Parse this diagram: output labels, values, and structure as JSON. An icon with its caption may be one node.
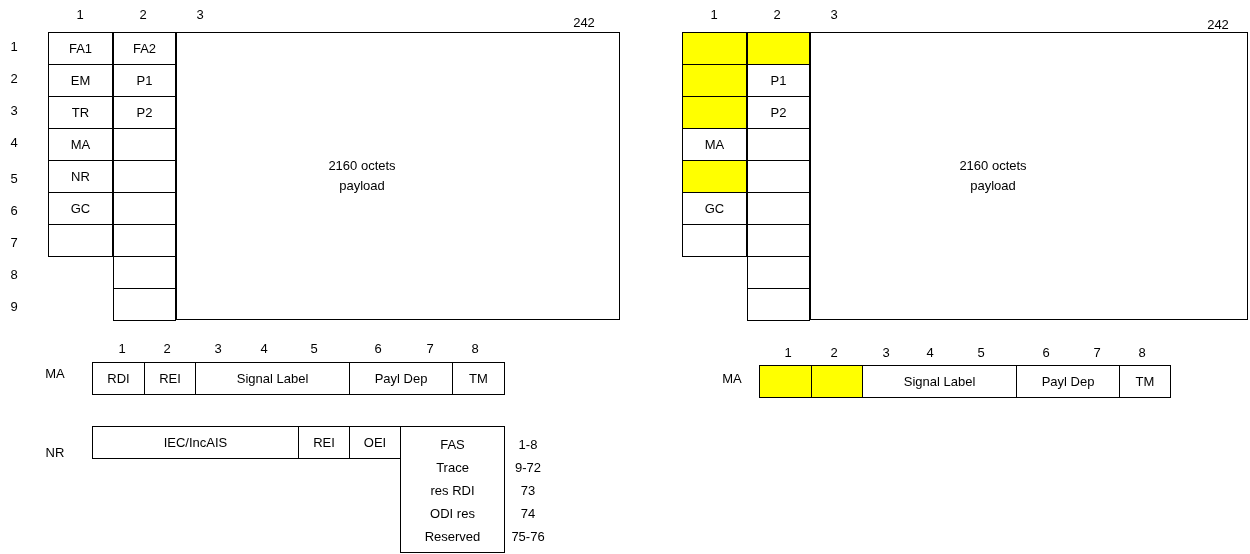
{
  "diagram": {
    "nodes": [
      {
        "text": [
          "FA1"
        ]
      },
      {
        "text": [
          "FA2"
        ]
      },
      {
        "text": [
          "2160 octets payload"
        ]
      },
      {
        "text": [
          "EM"
        ]
      },
      {
        "text": [
          "P1"
        ]
      },
      {
        "text": [
          "TR"
        ]
      },
      {
        "text": [
          "P2"
        ]
      },
      {
        "text": [
          "MA"
        ]
      },
      {
        "text": [],
        "shape": "box"
      },
      {
        "text": [
          "NR"
        ]
      },
      {
        "text": [],
        "shape": "box"
      },
      {
        "text": [
          "GC"
        ]
      },
      {
        "text": [],
        "shape": "box"
      },
      {
        "text": [],
        "shape": "box"
      },
      {
        "text": [],
        "shape": "box"
      },
      {
        "text": [],
        "shape": "box"
      },
      {
        "text": [],
        "shape": "box"
      },
      {
        "text": [],
        "shape": "box"
      },
      {
        "text": [],
        "shape": "box"
      },
      {
        "text": [
          "2160 octets payload"
        ]
      },
      {
        "text": [],
        "shape": "box"
      },
      {
        "text": [
          "P1"
        ]
      },
      {
        "text": [],
        "shape": "box"
      },
      {
        "text": [
          "P2"
        ]
      },
      {
        "text": [
          "MA"
        ]
      },
      {
        "text": [],
        "shape": "box"
      },
      {
        "text": [],
        "shape": "box"
      },
      {
        "text": [],
        "shape": "box"
      },
      {
        "text": [
          "GC"
        ]
      },
      {
        "text": [],
        "shape": "box"
      },
      {
        "text": [],
        "shape": "box"
      },
      {
        "text": [],
        "shape": "box"
      },
      {
        "text": [],
        "shape": "box"
      },
      {
        "text": [],
        "shape": "box"
      },
      {
        "text": [
          "RDI"
        ]
      },
      {
        "text": [
          "REI"
        ]
      },
      {
        "text": [
          "Signal Label"
        ]
      },
      {
        "text": [
          "Payl Dep"
        ]
      },
      {
        "text": [
          "TM"
        ]
      },
      {
        "text": [],
        "shape": "box"
      },
      {
        "text": [],
        "shape": "box"
      },
      {
        "text": [
          "Signal Label"
        ]
      },
      {
        "text": [
          "Payl Dep"
        ]
      },
      {
        "text": [
          "TM"
        ]
      },
      {
        "text": [
          "IEC/IncAIS"
        ]
      },
      {
        "text": [
          "REI"
        ]
      },
      {
        "text": [
          "OEI"
        ]
      },
      {
        "text": [
          "FAS",
          "Trace",
          "res RDI",
          "ODI res",
          "Reserved"
        ]
      }
    ],
    "labels": [
      "1",
      "2",
      "3",
      "242",
      "1",
      "2",
      "3",
      "242",
      "1",
      "2",
      "3",
      "4",
      "5",
      "6",
      "7",
      "8",
      "9",
      "1",
      "2",
      "3",
      "4",
      "5",
      "6",
      "7",
      "8",
      "MA",
      "1",
      "2",
      "3",
      "4",
      "5",
      "6",
      "7",
      "8",
      "MA",
      "NR",
      "1-8",
      "9-72",
      "73",
      "74",
      "75-76"
    ]
  }
}
